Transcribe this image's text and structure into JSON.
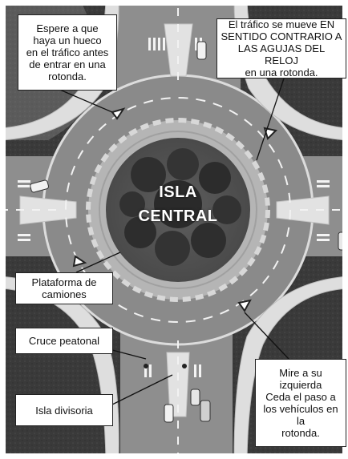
{
  "central_island": {
    "line1": "ISLA",
    "line2": "CENTRAL"
  },
  "callouts": {
    "wait_gap": "Espere a que\nhaya un hueco\nen el tráfico antes\nde entrar en una\nrotonda.",
    "counterclockwise": "El tráfico se mueve EN\nSENTIDO CONTRARIO A\nLAS AGUJAS DEL RELOJ\nen una rotonda.",
    "truck_apron": "Plataforma de\ncamiones",
    "crosswalk": "Cruce peatonal",
    "splitter_island": "Isla divisoria",
    "look_left": "Mire a su izquierda\nCeda el paso a\nlos vehículos en la\nrotonda."
  },
  "colors": {
    "asphalt": "#8c8c8c",
    "grass": "#3a3a3a",
    "island_ring": "#6b6b6b",
    "curb": "#e6e6e6"
  }
}
